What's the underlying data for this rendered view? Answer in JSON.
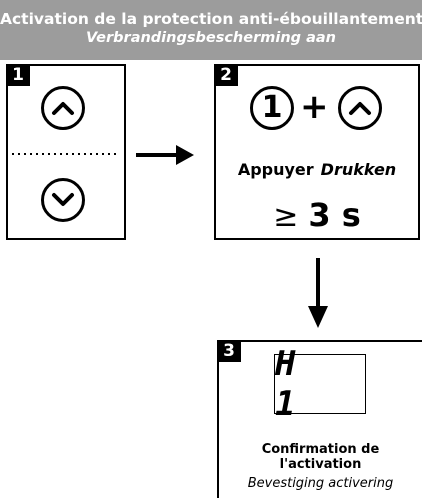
{
  "header": {
    "title_fr": "Activation de la protection anti-ébouillantement",
    "title_nl": "Verbrandingsbescherming aan",
    "background_color": "#9c9c9c"
  },
  "step1": {
    "number": "1",
    "up_icon": "chevron-up-icon",
    "down_icon": "chevron-down-icon"
  },
  "step2": {
    "number": "2",
    "key_label": "1",
    "plus": "+",
    "press_fr": "Appuyer",
    "press_nl": "Drukken",
    "duration_symbol": "≥",
    "duration_value": "3 s"
  },
  "step3": {
    "number": "3",
    "display_text": "H 1",
    "confirm_fr": "Confirmation de l'activation",
    "confirm_nl": "Bevestiging activering"
  }
}
